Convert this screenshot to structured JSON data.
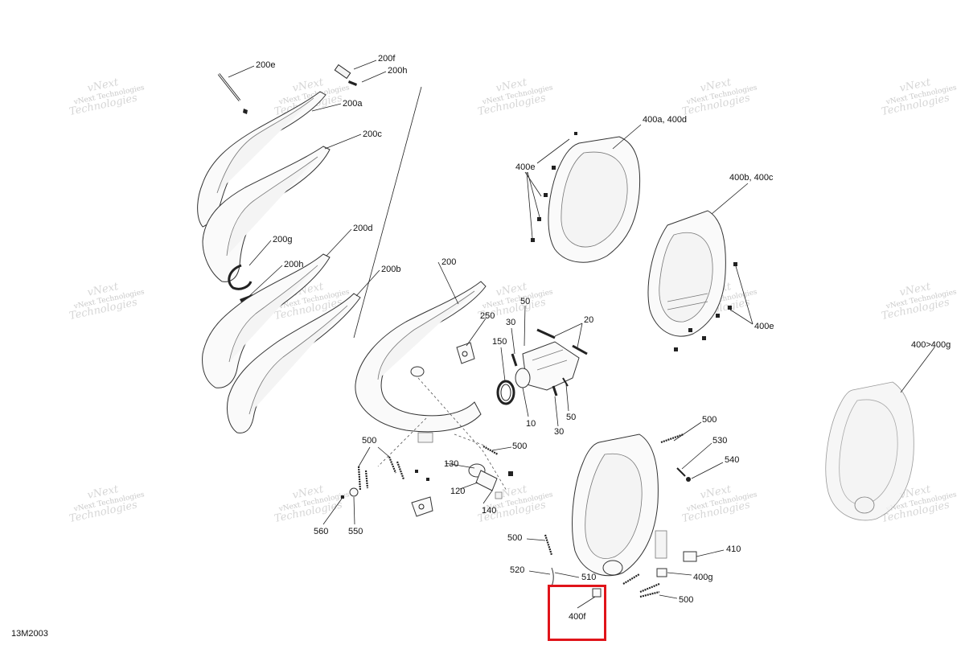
{
  "drawing_code": "13M2003",
  "watermark": {
    "line1": "vNext Technologies",
    "line2": "vNext",
    "line3": "Technologies"
  },
  "labels": {
    "l200e": "200e",
    "l200f": "200f",
    "l200h_top": "200h",
    "l200a": "200a",
    "l200c": "200c",
    "l200g": "200g",
    "l200d": "200d",
    "l200h": "200h",
    "l200b": "200b",
    "l200": "200",
    "l250": "250",
    "l50_top": "50",
    "l30_top": "30",
    "l20": "20",
    "l150": "150",
    "l10": "10",
    "l50_bot": "50",
    "l30_bot": "30",
    "l400ad": "400a, 400d",
    "l400e_left": "400e",
    "l400bc": "400b, 400c",
    "l400e_right": "400e",
    "l400to400g": "400>400g",
    "l500_a": "500",
    "l500_b": "500",
    "l130": "130",
    "l120": "120",
    "l140": "140",
    "l560": "560",
    "l550": "550",
    "l500_c": "500",
    "l530": "530",
    "l540": "540",
    "l500_d": "500",
    "l410": "410",
    "l520": "520",
    "l510": "510",
    "l400g": "400g",
    "l500_e": "500",
    "l400f": "400f"
  },
  "highlight": {
    "color": "#e0141a",
    "target": "400f"
  }
}
